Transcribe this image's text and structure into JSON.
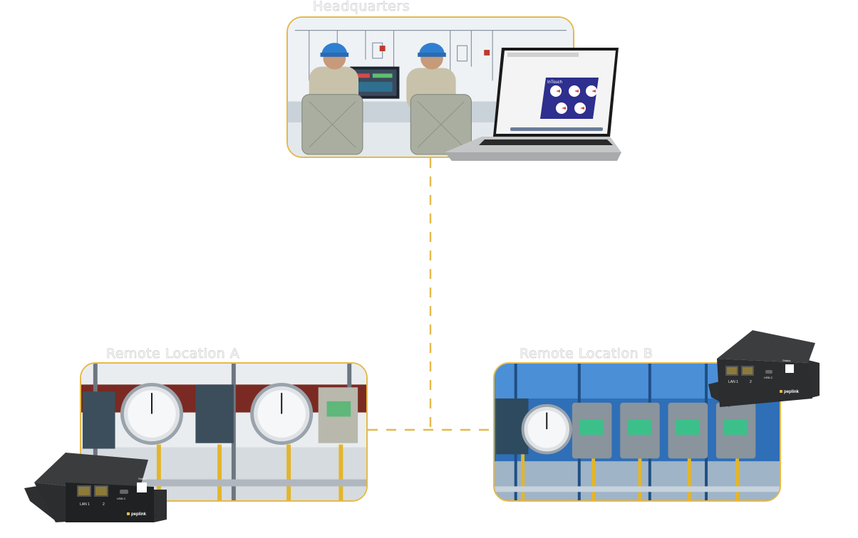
{
  "diagram": {
    "accent_color": "#e6b94a",
    "connector_color": "#e6b94a",
    "label_outline_color": "#c4c4c4"
  },
  "nodes": {
    "headquarters": {
      "label": "Headquarters",
      "image": "control-room-photo",
      "laptop_app_title": "InTouch"
    },
    "remote_a": {
      "label": "Remote Location A",
      "image": "pressure-gauges-photo"
    },
    "remote_b": {
      "label": "Remote Location B",
      "image": "pressure-switches-photo"
    }
  },
  "devices": {
    "router": {
      "icon": "router-icon",
      "brand": "peplink",
      "port_lan1": "LAN 1",
      "port_2": "2",
      "port_usbc": "USB-C",
      "status_label": "Status"
    }
  }
}
